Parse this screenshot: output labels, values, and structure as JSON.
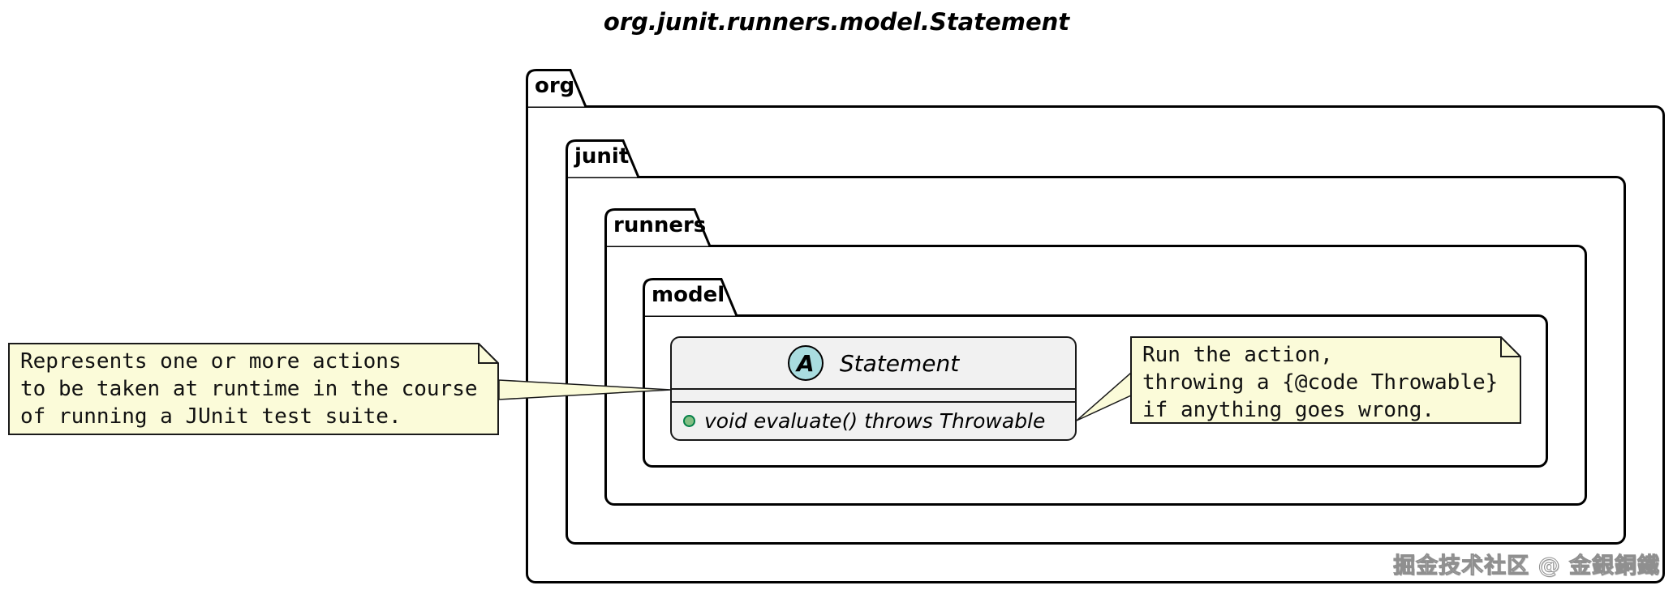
{
  "title": "org.junit.runners.model.Statement",
  "packages": [
    {
      "label": "org"
    },
    {
      "label": "junit"
    },
    {
      "label": "runners"
    },
    {
      "label": "model"
    }
  ],
  "class": {
    "stereotype_letter": "A",
    "name": "Statement",
    "method": "void evaluate() throws Throwable"
  },
  "notes": {
    "left": {
      "lines": [
        "Represents one or more actions",
        "to be taken at runtime in the course",
        "of running a JUnit test suite."
      ]
    },
    "right": {
      "lines": [
        "Run the action,",
        "throwing a {@code Throwable}",
        "if anything goes wrong."
      ]
    }
  },
  "watermark": "掘金技术社区 @ 金銀銅鐵",
  "colors": {
    "border": "#000000",
    "class-border": "#181818",
    "class-fill": "#F1F1F1",
    "abstract-badge-fill": "#A9DCDF",
    "method-bullet-fill": "#84BE84",
    "method-bullet-border": "#038048",
    "note-fill": "#FBFBD9",
    "note-border": "#1a1a1a"
  }
}
